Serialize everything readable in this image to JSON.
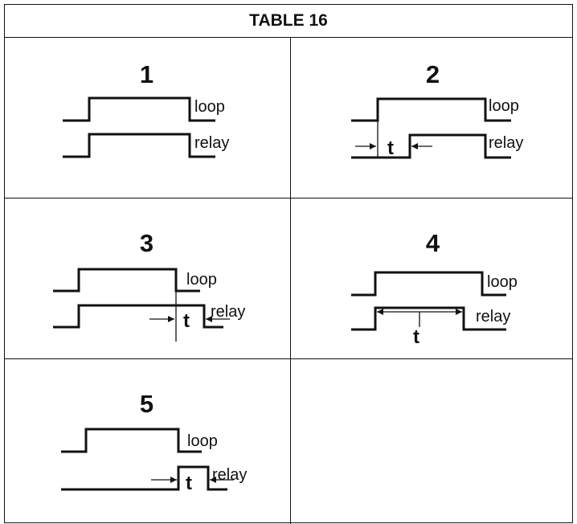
{
  "title": "TABLE 16",
  "cells": [
    {
      "number": "1",
      "loop_label": "loop",
      "relay_label": "relay"
    },
    {
      "number": "2",
      "loop_label": "loop",
      "relay_label": "relay",
      "t_label": "t"
    },
    {
      "number": "3",
      "loop_label": "loop",
      "relay_label": "relay",
      "t_label": "t"
    },
    {
      "number": "4",
      "loop_label": "loop",
      "relay_label": "relay",
      "t_label": "t"
    },
    {
      "number": "5",
      "loop_label": "loop",
      "relay_label": "relay",
      "t_label": "t"
    }
  ]
}
